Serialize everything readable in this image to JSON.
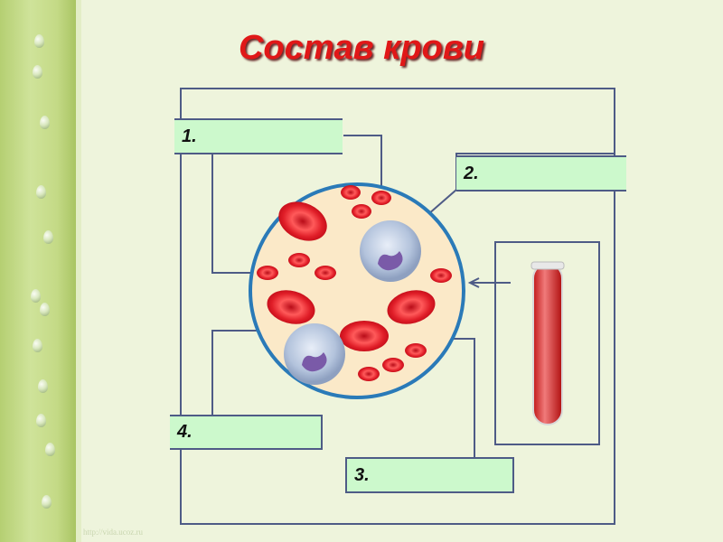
{
  "title": "Состав крови",
  "labels": [
    "1.",
    "2.",
    "3.",
    "4."
  ],
  "watermark": "http://vida.ucoz.ru",
  "colors": {
    "title": "#e01818",
    "box": "#ccf9cc",
    "line": "#4e5b86",
    "circle_border": "#2a7ab8",
    "plasma": "#fbe9c8"
  }
}
